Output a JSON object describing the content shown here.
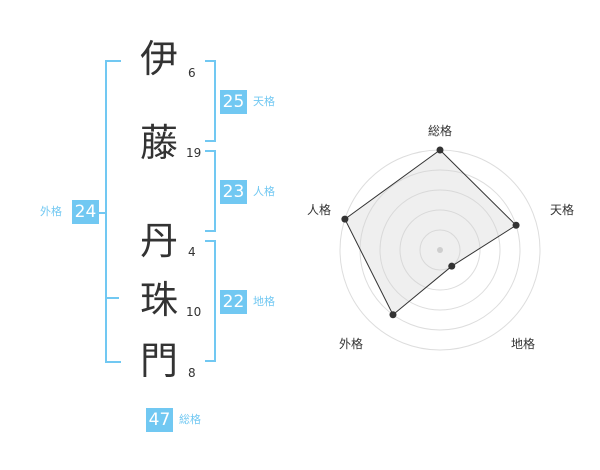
{
  "name": {
    "chars": [
      {
        "char": "伊",
        "strokes": "6"
      },
      {
        "char": "藤",
        "strokes": "19"
      },
      {
        "char": "丹",
        "strokes": "4"
      },
      {
        "char": "珠",
        "strokes": "10"
      },
      {
        "char": "門",
        "strokes": "8"
      }
    ]
  },
  "scores": {
    "tenkaku": {
      "label": "天格",
      "value": "25"
    },
    "jinkaku": {
      "label": "人格",
      "value": "23"
    },
    "chikaku": {
      "label": "地格",
      "value": "22"
    },
    "gaikaku": {
      "label": "外格",
      "value": "24"
    },
    "soukaku": {
      "label": "総格",
      "value": "47"
    }
  },
  "colors": {
    "accent": "#71c8f2",
    "text": "#333333",
    "grid": "#dddddd"
  },
  "chart_data": {
    "type": "radar",
    "axes": [
      "総格",
      "天格",
      "地格",
      "外格",
      "人格"
    ],
    "values": [
      5,
      4,
      1,
      4,
      5
    ],
    "max": 5,
    "rings": 5
  }
}
